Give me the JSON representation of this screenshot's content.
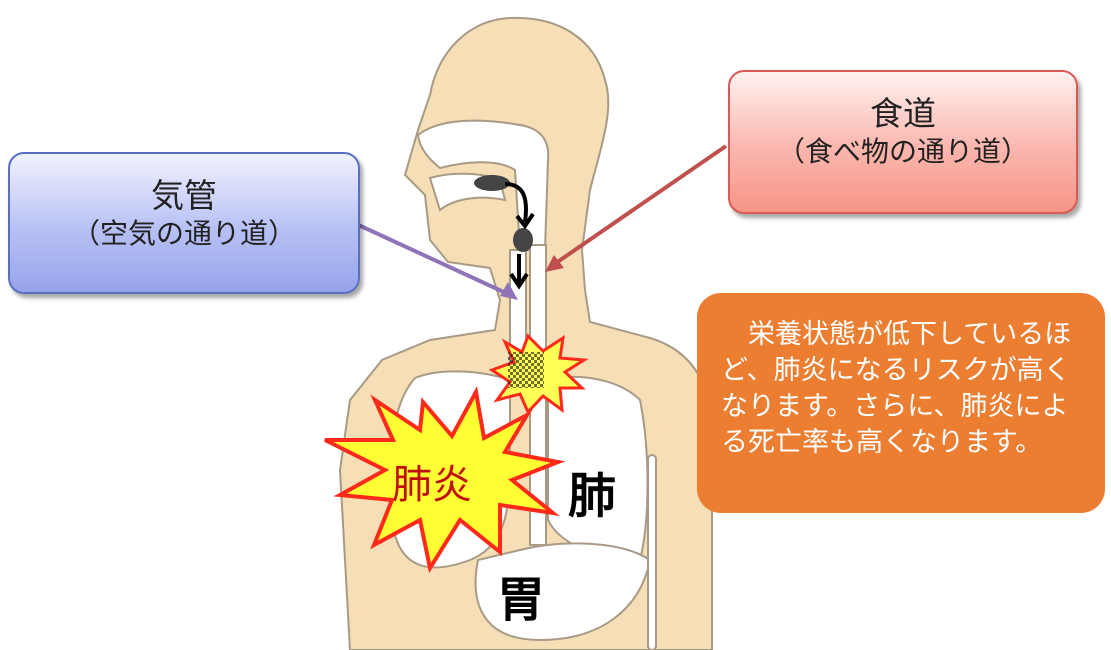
{
  "callouts": {
    "trachea": {
      "title": "気管",
      "sub": "（空気の通り道）"
    },
    "esophagus": {
      "title": "食道",
      "sub": "（食べ物の通り道）"
    }
  },
  "info_text": "　栄養状態が低下しているほど、肺炎になるリスクが高くなります。さらに、肺炎による死亡率も高くなります。",
  "burst_label": "肺炎",
  "labels": {
    "lung": "肺",
    "stomach": "胃"
  },
  "colors": {
    "skin": "#f6dfb6",
    "skin_outline": "#a89a86",
    "info_box": "#ec7e32",
    "trachea_arrow": "#8f74b8",
    "esophagus_arrow": "#c0504d",
    "burst_fill": "#ffff33",
    "burst_outline": "#ff2a1a"
  }
}
